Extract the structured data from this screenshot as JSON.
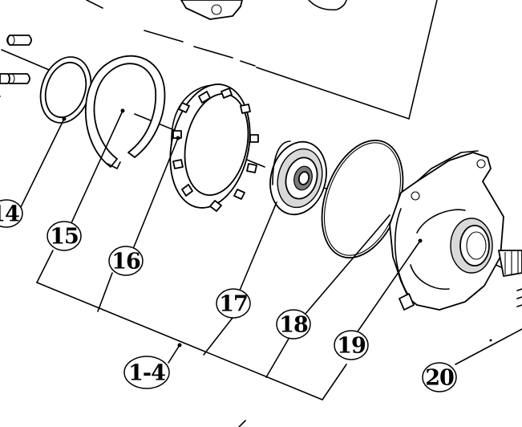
{
  "callouts": {
    "c14": "14",
    "c15": "15",
    "c16": "16",
    "c17": "17",
    "c18": "18",
    "c19": "19",
    "c20": "20",
    "c1_4": "1-4"
  }
}
